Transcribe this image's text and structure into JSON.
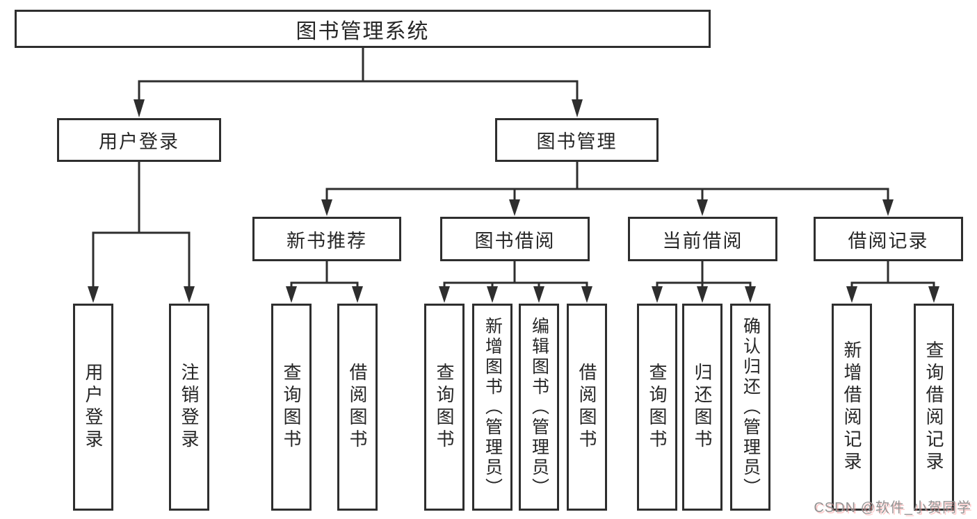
{
  "tree": {
    "root": "图书管理系统",
    "branches": [
      {
        "label": "用户登录",
        "children": [
          "用户登录",
          "注销登录"
        ]
      },
      {
        "label": "图书管理",
        "sections": [
          {
            "label": "新书推荐",
            "children": [
              "查询图书",
              "借阅图书"
            ]
          },
          {
            "label": "图书借阅",
            "children": [
              "查询图书",
              "新增图书（管理员）",
              "编辑图书（管理员）",
              "借阅图书"
            ]
          },
          {
            "label": "当前借阅",
            "children": [
              "查询图书",
              "归还图书",
              "确认归还（管理员）"
            ]
          },
          {
            "label": "借阅记录",
            "children": [
              "新增借阅记录",
              "查询借阅记录"
            ]
          }
        ]
      }
    ]
  },
  "watermark": {
    "text": "CSDN @软件_小贺同学"
  },
  "colors": {
    "line": "#2e2e2e",
    "text": "#262626",
    "background": "#ffffff",
    "watermark_gray": "#939393",
    "watermark_pink": "#ff8c8c"
  }
}
